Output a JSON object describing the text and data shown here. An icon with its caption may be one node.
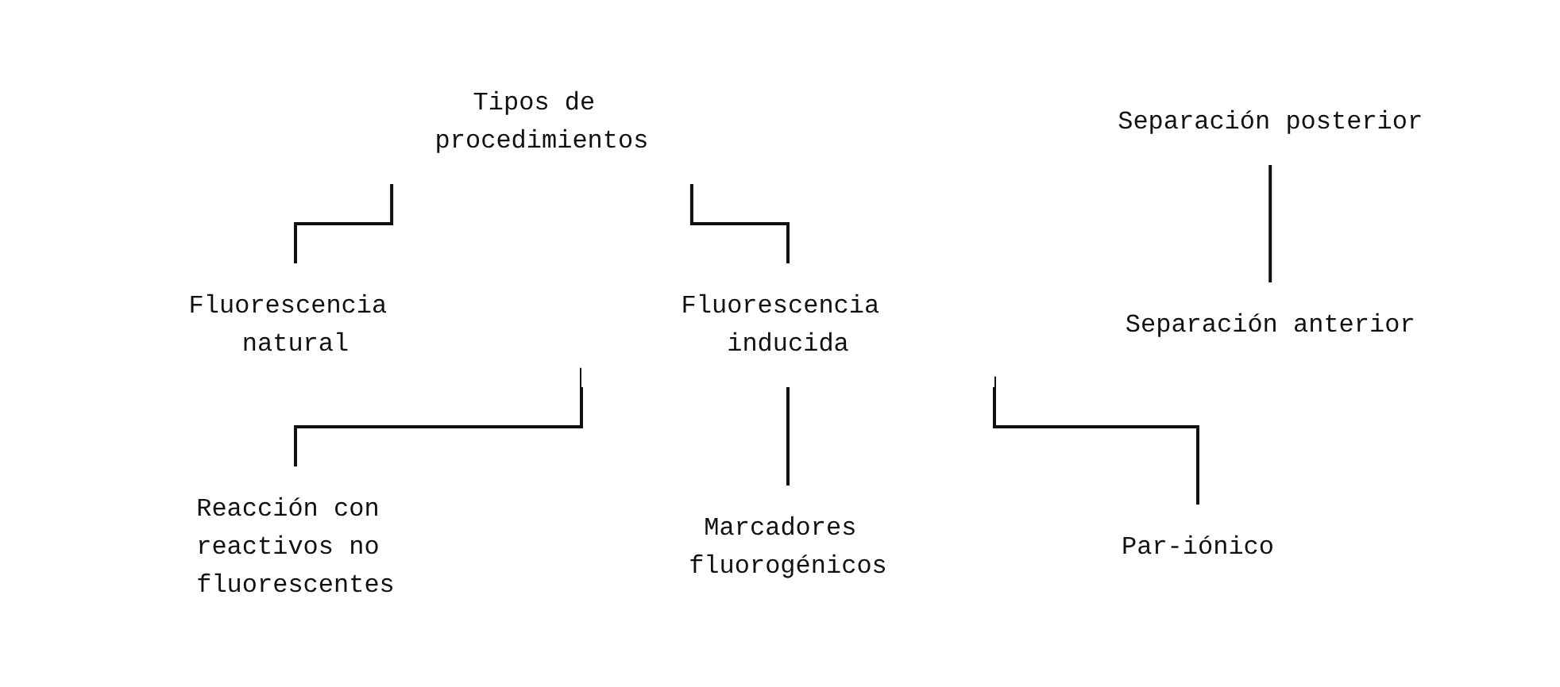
{
  "diagram": {
    "nodes": [
      {
        "text": [
          "Tipos de procedimientos"
        ]
      },
      {
        "text": [
          "Fluorescencia natural"
        ]
      },
      {
        "text": [
          "Fluorescencia inducida"
        ]
      },
      {
        "text": [
          "Reacción con reactivos no fluorescentes"
        ]
      },
      {
        "text": [
          "Marcadores fluorogénicos"
        ]
      },
      {
        "text": [
          "Par-iónico"
        ]
      },
      {
        "text": [
          "Separación posterior"
        ]
      },
      {
        "text": [
          "Separación anterior"
        ]
      }
    ],
    "edges": [
      {
        "from": 0,
        "to": 1,
        "arrow": "none"
      },
      {
        "from": 0,
        "to": 2,
        "arrow": "none"
      },
      {
        "from": 2,
        "to": 3,
        "arrow": "none"
      },
      {
        "from": 2,
        "to": 4,
        "arrow": "none"
      },
      {
        "from": 2,
        "to": 5,
        "arrow": "none"
      },
      {
        "from": 6,
        "to": 7,
        "arrow": "none"
      }
    ]
  }
}
